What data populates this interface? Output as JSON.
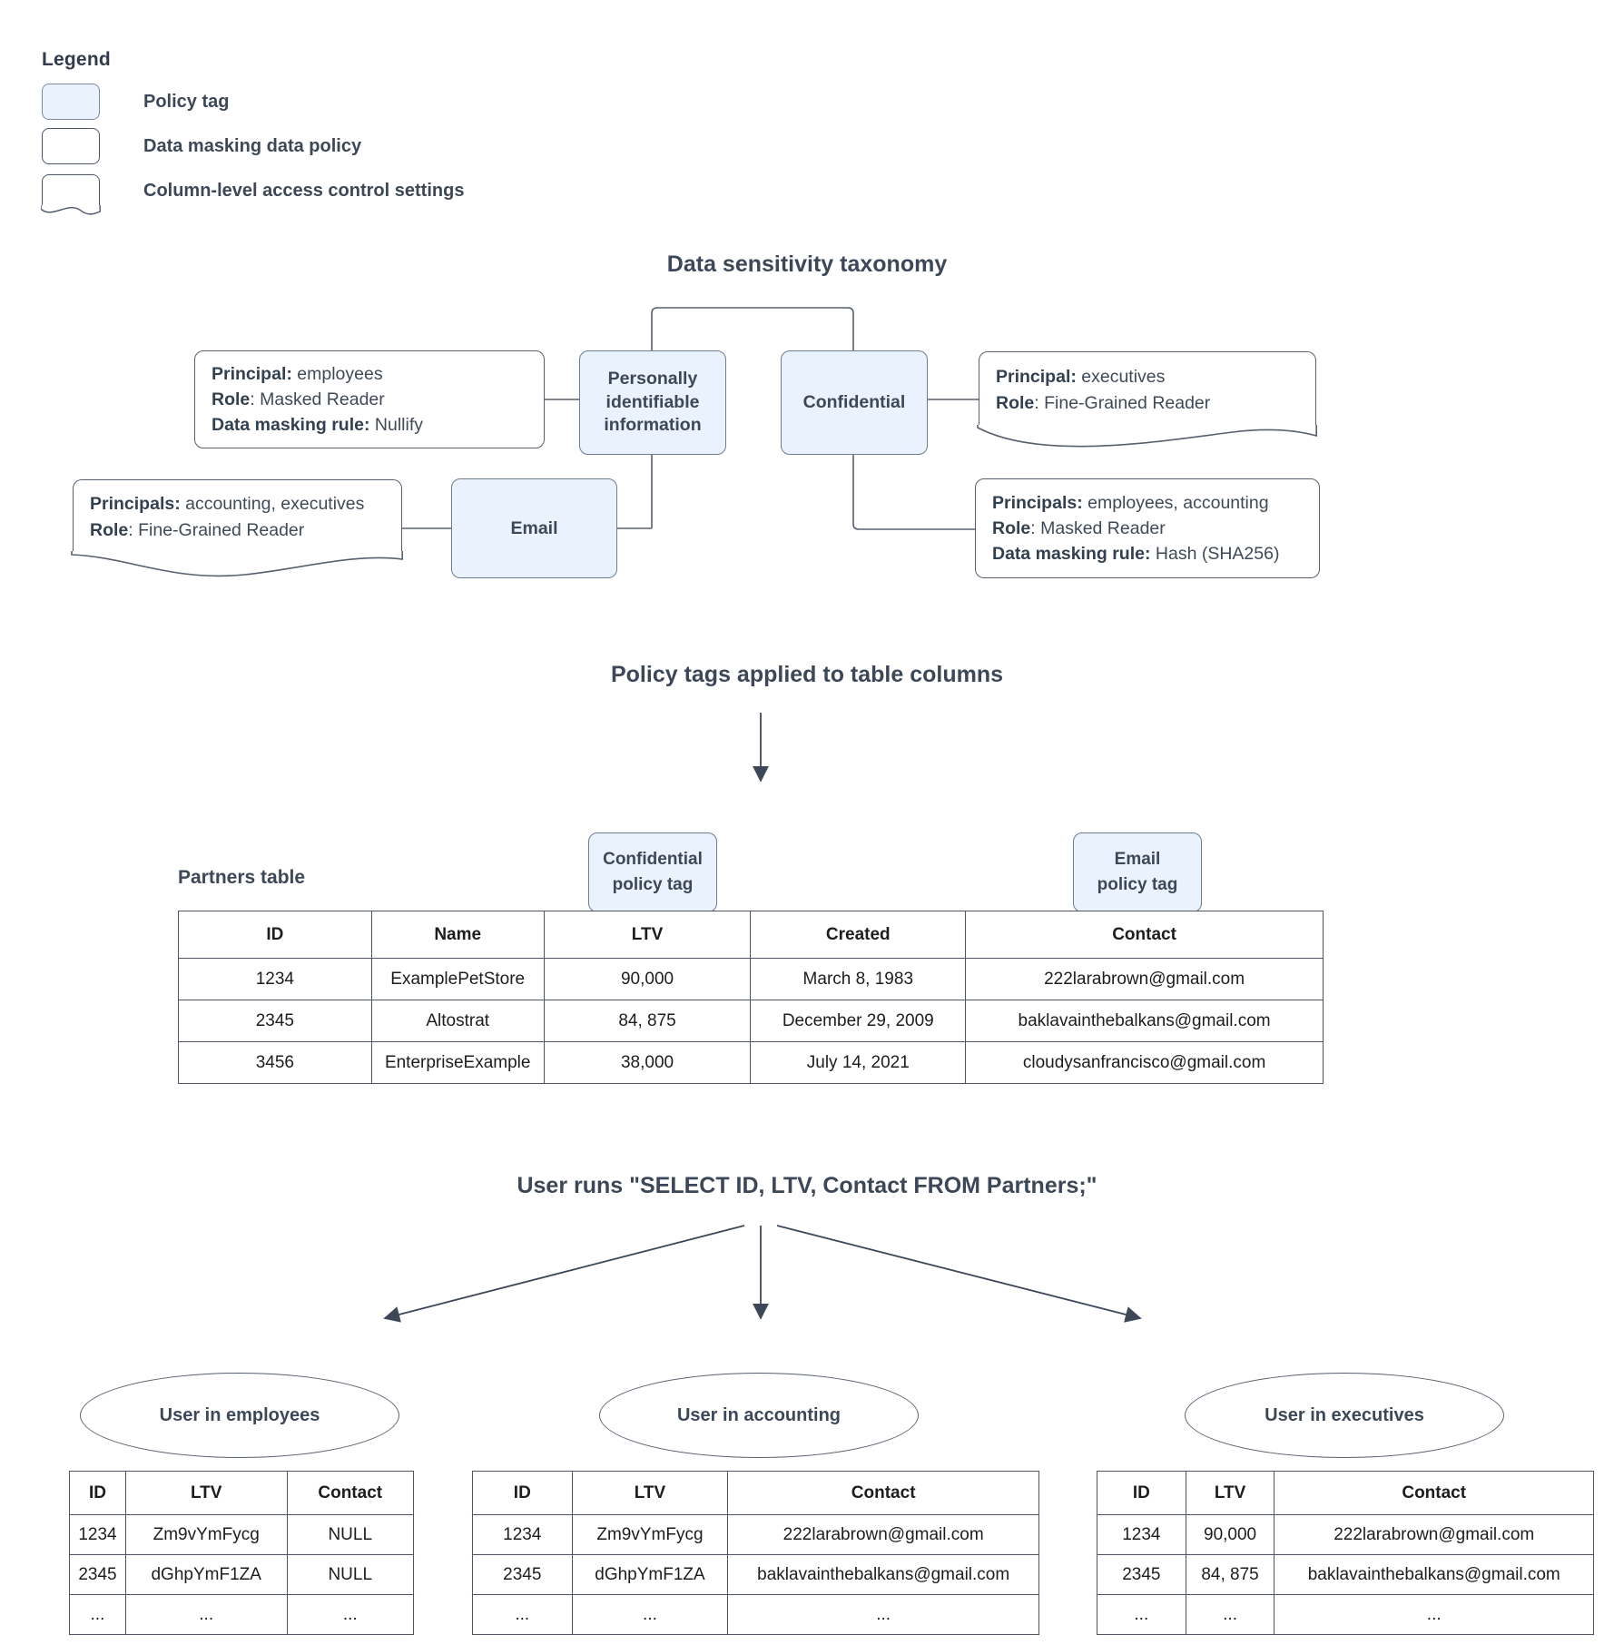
{
  "legend": {
    "title": "Legend",
    "items": [
      {
        "label": "Policy tag",
        "swatch": "policy-tag-swatch"
      },
      {
        "label": "Data masking data policy",
        "swatch": "data-masking-swatch"
      },
      {
        "label": "Column-level access control settings",
        "swatch": "column-acl-swatch"
      }
    ]
  },
  "headings": {
    "taxonomy": "Data sensitivity taxonomy",
    "policy_tags": "Policy tags applied to table columns",
    "query": "User runs \"SELECT ID, LTV, Contact FROM Partners;\""
  },
  "taxonomy": {
    "tags": {
      "pii": "Personally identifiable information",
      "confidential": "Confidential",
      "email": "Email"
    },
    "pii_policy": {
      "principal_key": "Principal:",
      "principal_value": " employees",
      "role_key": "Role",
      "role_value": ": Masked Reader",
      "rule_key": "Data masking rule:",
      "rule_value": " Nullify"
    },
    "email_acl": {
      "principals_key": "Principals:",
      "principals_value": " accounting, executives",
      "role_key": "Role",
      "role_value": ": Fine-Grained Reader"
    },
    "confidential_acl": {
      "principal_key": "Principal:",
      "principal_value": " executives",
      "role_key": "Role",
      "role_value": ": Fine-Grained Reader"
    },
    "confidential_policy": {
      "principals_key": "Principals:",
      "principals_value": " employees, accounting",
      "role_key": "Role",
      "role_value": ": Masked Reader",
      "rule_key": "Data masking rule:",
      "rule_value": " Hash (SHA256)"
    }
  },
  "partners": {
    "label": "Partners table",
    "tag_confidential": "Confidential\npolicy tag",
    "tag_confidential_line1": "Confidential",
    "tag_confidential_line2": "policy tag",
    "tag_email_line1": "Email",
    "tag_email_line2": "policy tag",
    "columns": [
      "ID",
      "Name",
      "LTV",
      "Created",
      "Contact"
    ],
    "rows": [
      [
        "1234",
        "ExamplePetStore",
        "90,000",
        "March 8, 1983",
        "222larabrown@gmail.com"
      ],
      [
        "2345",
        "Altostrat",
        "84, 875",
        "December 29, 2009",
        "baklavainthebalkans@gmail.com"
      ],
      [
        "3456",
        "EnterpriseExample",
        "38,000",
        "July 14, 2021",
        "cloudysanfrancisco@gmail.com"
      ]
    ]
  },
  "results": [
    {
      "title": "User in employees",
      "columns": [
        "ID",
        "LTV",
        "Contact"
      ],
      "rows": [
        [
          "1234",
          "Zm9vYmFycg",
          "NULL"
        ],
        [
          "2345",
          "dGhpYmF1ZA",
          "NULL"
        ],
        [
          "...",
          "...",
          "..."
        ]
      ]
    },
    {
      "title": "User in accounting",
      "columns": [
        "ID",
        "LTV",
        "Contact"
      ],
      "rows": [
        [
          "1234",
          "Zm9vYmFycg",
          "222larabrown@gmail.com"
        ],
        [
          "2345",
          "dGhpYmF1ZA",
          "baklavainthebalkans@gmail.com"
        ],
        [
          "...",
          "...",
          "..."
        ]
      ]
    },
    {
      "title": "User in executives",
      "columns": [
        "ID",
        "LTV",
        "Contact"
      ],
      "rows": [
        [
          "1234",
          "90,000",
          "222larabrown@gmail.com"
        ],
        [
          "2345",
          "84, 875",
          "baklavainthebalkans@gmail.com"
        ],
        [
          "...",
          "...",
          "..."
        ]
      ]
    }
  ],
  "colors": {
    "tag_fill": "#e9f2fd",
    "stroke": "#56606e",
    "text": "#3c4858"
  }
}
